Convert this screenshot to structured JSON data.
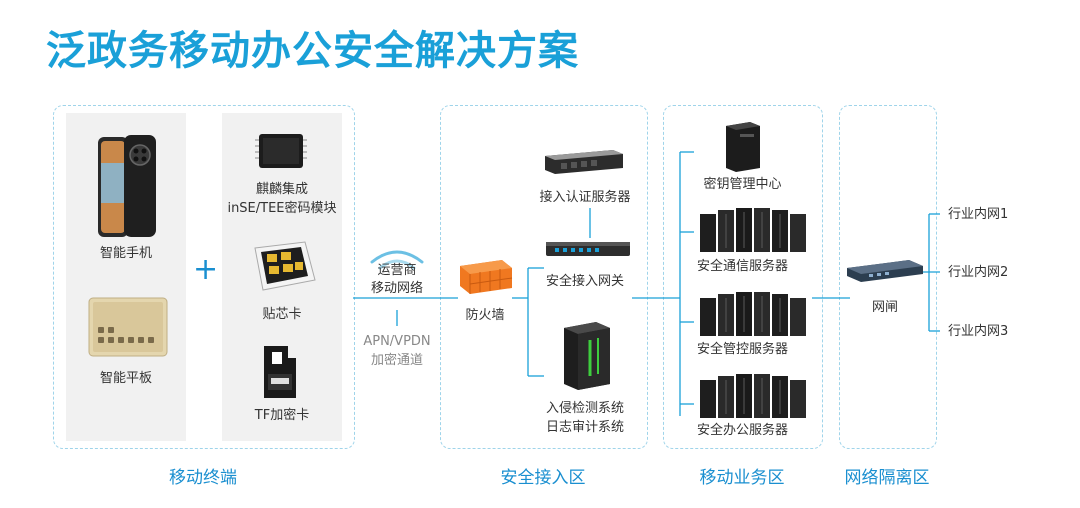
{
  "title": "泛政务移动办公安全解决方案",
  "zones": {
    "mobile_terminal": "移动终端",
    "secure_access": "安全接入区",
    "mobile_business": "移动业务区",
    "network_isolation": "网络隔离区"
  },
  "terminals": {
    "phone": "智能手机",
    "tablet": "智能平板",
    "plus": "+"
  },
  "security_modules": {
    "chip_line1": "麒麟集成",
    "chip_line2": "inSE/TEE密码模块",
    "sticker_card": "贴芯卡",
    "tf_card": "TF加密卡"
  },
  "network": {
    "carrier_line1": "运营商",
    "carrier_line2": "移动网络",
    "vpn_line1": "APN/VPDN",
    "vpn_line2": "加密通道"
  },
  "access_devices": {
    "firewall": "防火墙",
    "auth_server": "接入认证服务器",
    "gateway": "安全接入网关",
    "ids_line1": "入侵检测系统",
    "ids_line2": "日志审计系统"
  },
  "business_devices": {
    "key_center": "密钥管理中心",
    "comm_server": "安全通信服务器",
    "mgmt_server": "安全管控服务器",
    "office_server": "安全办公服务器"
  },
  "isolation": {
    "gatekeeper": "网闸",
    "intranets": [
      "行业内网1",
      "行业内网2",
      "行业内网3"
    ]
  },
  "colors": {
    "accent": "#1aa0d8",
    "zone_border": "#9fd4ea",
    "firewall": "#f07820"
  }
}
